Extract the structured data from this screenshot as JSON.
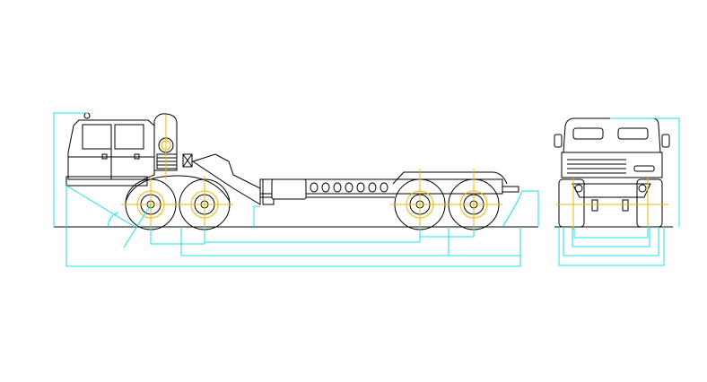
{
  "drawing": {
    "views": [
      "side-view",
      "front-view"
    ],
    "colors": {
      "outline": "#000000",
      "dimension_lines": "#19e3ec",
      "center_lines": "#f5b400",
      "background": "#ffffff"
    },
    "axles": 4
  }
}
